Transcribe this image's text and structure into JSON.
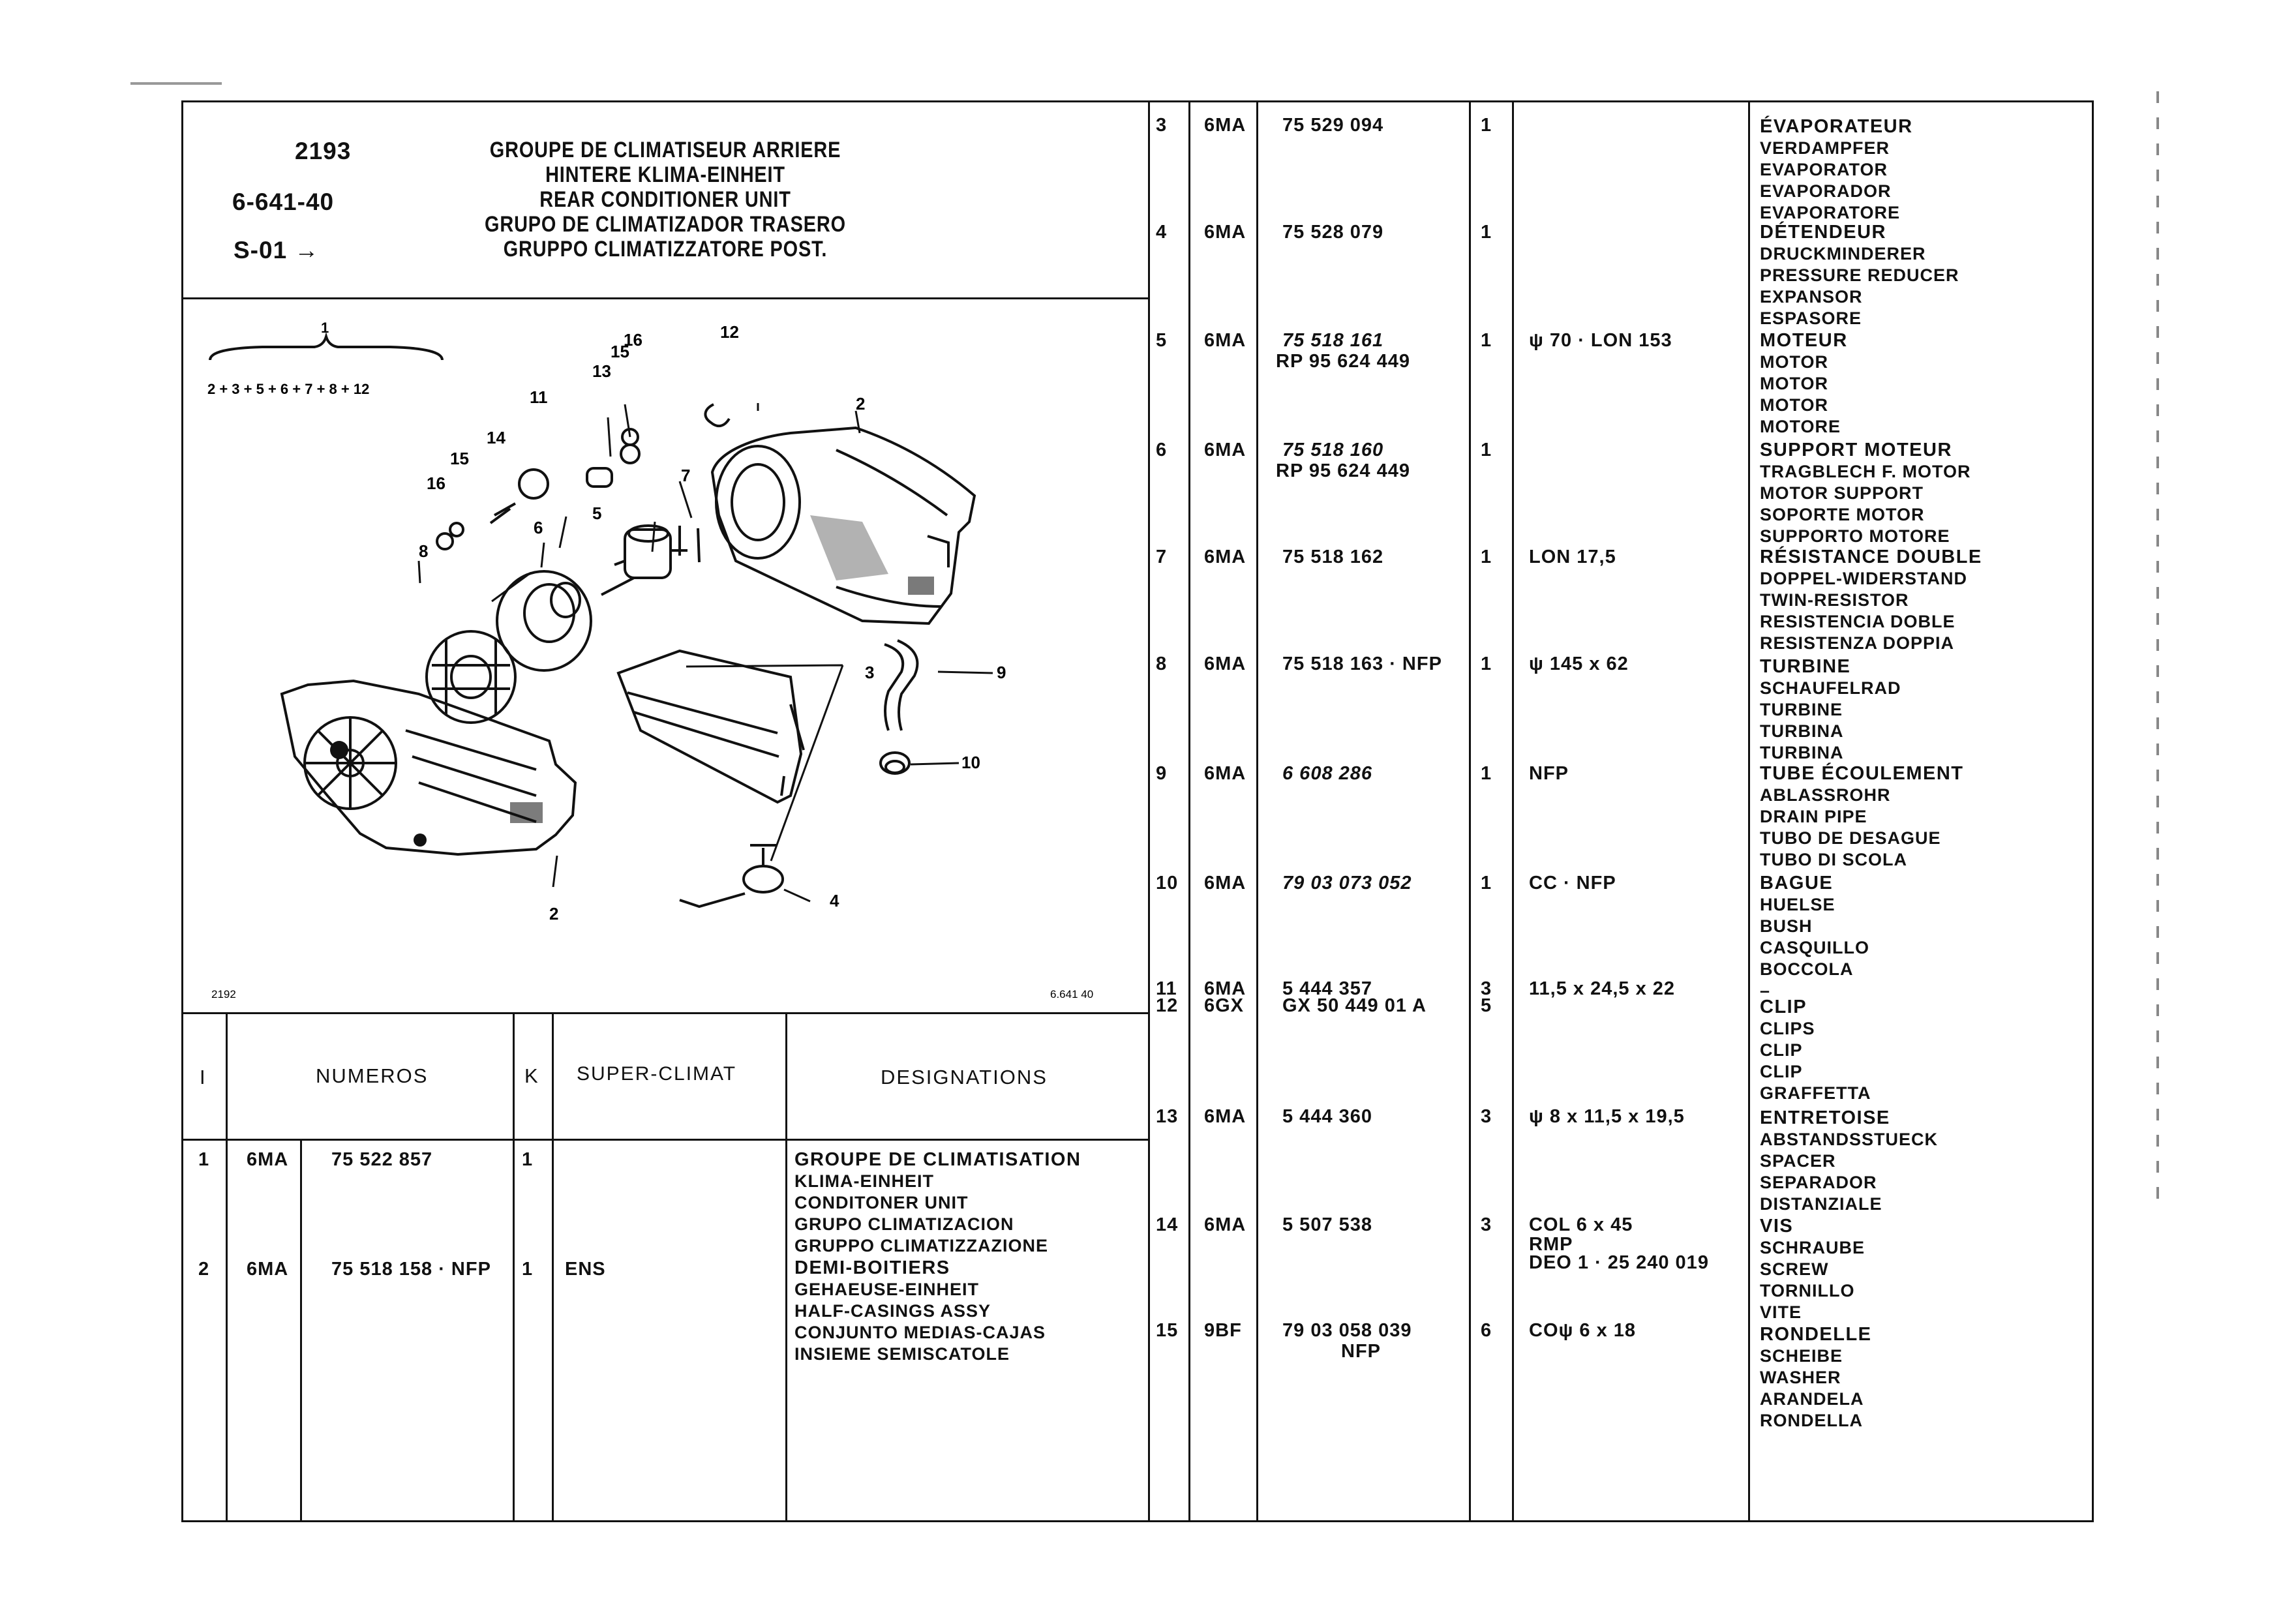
{
  "header": {
    "plate_no": "2193",
    "ref_code": "6-641-40",
    "serial": "S-01 →",
    "titles": [
      "GROUPE DE CLIMATISEUR ARRIERE",
      "HINTERE KLIMA-EINHEIT",
      "REAR CONDITIONER UNIT",
      "GRUPO DE CLIMATIZADOR TRASERO",
      "GRUPPO CLIMATIZZATORE POST."
    ]
  },
  "diagram": {
    "assembly_no": "1",
    "assembly_formula": "2 + 3 + 5 + 6 + 7 + 8 + 12",
    "figure_no": "2192",
    "figure_ref": "6.641 40",
    "callouts": [
      "1",
      "2",
      "2",
      "3",
      "4",
      "5",
      "6",
      "7",
      "8",
      "9",
      "10",
      "11",
      "12",
      "13",
      "14",
      "15",
      "15",
      "16",
      "16"
    ]
  },
  "table_header": {
    "col_index": "I",
    "col_numbers": "NUMEROS",
    "col_k": "K",
    "col_superclimat": "SUPER-CLIMAT",
    "col_designations": "DESIGNATIONS"
  },
  "left_rows": [
    {
      "idx": "1",
      "prefix": "6MA",
      "part": "75 522 857",
      "nfp": "",
      "qty": "1",
      "note": "",
      "desc": [
        "GROUPE DE CLIMATISATION",
        "KLIMA-EINHEIT",
        "CONDITONER UNIT",
        "GRUPO CLIMATIZACION",
        "GRUPPO CLIMATIZZAZIONE"
      ]
    },
    {
      "idx": "2",
      "prefix": "6MA",
      "part": "75 518 158 ·",
      "nfp": "NFP",
      "qty": "1",
      "note": "ENS",
      "desc": [
        "DEMI-BOITIERS",
        "GEHAEUSE-EINHEIT",
        "HALF-CASINGS ASSY",
        "CONJUNTO MEDIAS-CAJAS",
        "INSIEME SEMISCATOLE"
      ]
    }
  ],
  "right_rows": [
    {
      "idx": "3",
      "prefix": "6MA",
      "part": "75 529 094",
      "qty": "1",
      "note": "",
      "desc": [
        "ÉVAPORATEUR",
        "VERDAMPFER",
        "EVAPORATOR",
        "EVAPORADOR",
        "EVAPORATORE"
      ]
    },
    {
      "idx": "4",
      "prefix": "6MA",
      "part": "75 528 079",
      "qty": "1",
      "note": "",
      "desc": [
        "DÉTENDEUR",
        "DRUCKMINDERER",
        "PRESSURE REDUCER",
        "EXPANSOR",
        "ESPASORE"
      ]
    },
    {
      "idx": "5",
      "prefix": "6MA",
      "part": "75 518 161",
      "part2": "RP 95 624 449",
      "qty": "1",
      "note": "ψ 70 · LON 153",
      "desc": [
        "MOTEUR",
        "MOTOR",
        "MOTOR",
        "MOTOR",
        "MOTORE"
      ]
    },
    {
      "idx": "6",
      "prefix": "6MA",
      "part": "75 518 160",
      "part2": "RP 95 624 449",
      "qty": "1",
      "note": "",
      "desc": [
        "SUPPORT MOTEUR",
        "TRAGBLECH F. MOTOR",
        "MOTOR SUPPORT",
        "SOPORTE MOTOR",
        "SUPPORTO MOTORE"
      ]
    },
    {
      "idx": "7",
      "prefix": "6MA",
      "part": "75 518 162",
      "qty": "1",
      "note": "LON 17,5",
      "desc": [
        "RÉSISTANCE DOUBLE",
        "DOPPEL-WIDERSTAND",
        "TWIN-RESISTOR",
        "RESISTENCIA DOBLE",
        "RESISTENZA DOPPIA"
      ]
    },
    {
      "idx": "8",
      "prefix": "6MA",
      "part": "75 518 163 · NFP",
      "qty": "1",
      "note": "ψ 145 x 62",
      "desc": [
        "TURBINE",
        "SCHAUFELRAD",
        "TURBINE",
        "TURBINA",
        "TURBINA"
      ]
    },
    {
      "idx": "9",
      "prefix": "6MA",
      "part": "6 608 286",
      "qty": "1",
      "note": "NFP",
      "desc": [
        "TUBE ÉCOULEMENT",
        "ABLASSROHR",
        "DRAIN PIPE",
        "TUBO DE DESAGUE",
        "TUBO DI SCOLA"
      ]
    },
    {
      "idx": "10",
      "prefix": "6MA",
      "part": "79 03 073 052",
      "qty": "1",
      "note": "CC · NFP",
      "desc": [
        "BAGUE",
        "HUELSE",
        "BUSH",
        "CASQUILLO",
        "BOCCOLA",
        "–"
      ]
    },
    {
      "idx": "11",
      "prefix": "6MA",
      "part": "5 444 357",
      "qty": "3",
      "note": "11,5 x 24,5 x 22",
      "desc": []
    },
    {
      "idx": "12",
      "prefix": "6GX",
      "part": "GX 50 449 01 A",
      "qty": "5",
      "note": "",
      "desc": [
        "CLIP",
        "CLIPS",
        "CLIP",
        "CLIP",
        "GRAFFETTA"
      ]
    },
    {
      "idx": "13",
      "prefix": "6MA",
      "part": "5 444 360",
      "qty": "3",
      "note": "ψ 8 x 11,5 x 19,5",
      "desc": [
        "ENTRETOISE",
        "ABSTANDSSTUECK",
        "SPACER",
        "SEPARADOR",
        "DISTANZIALE"
      ]
    },
    {
      "idx": "14",
      "prefix": "6MA",
      "part": "5 507 538",
      "qty": "3",
      "note": "COL 6 x 45",
      "note2": "RMP",
      "note3": "DEO 1 · 25 240 019",
      "desc": [
        "VIS",
        "SCHRAUBE",
        "SCREW",
        "TORNILLO",
        "VITE"
      ]
    },
    {
      "idx": "15",
      "prefix": "9BF",
      "part": "79 03 058 039",
      "part2": "NFP",
      "qty": "6",
      "note": "COψ 6 x 18",
      "desc": [
        "RONDELLE",
        "SCHEIBE",
        "WASHER",
        "ARANDELA",
        "RONDELLA"
      ]
    }
  ]
}
